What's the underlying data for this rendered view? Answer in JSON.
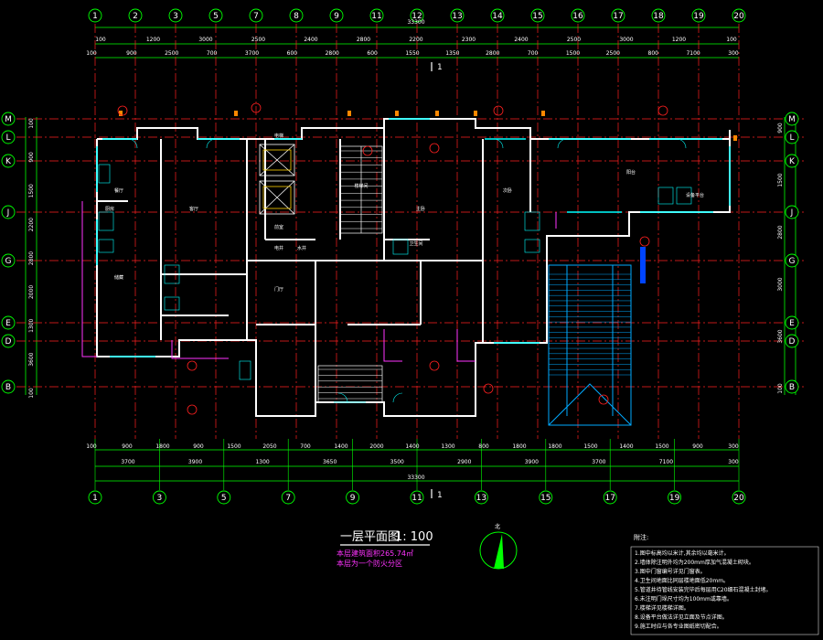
{
  "drawing": {
    "title": "一层平面图",
    "scale": "1: 100",
    "area_note_1": "本层建筑面积265.74㎡",
    "area_note_2": "本层为一个防火分区",
    "north_label": "北",
    "section_mark": "1",
    "overall_dim_top": "33300",
    "overall_dim_bottom": "33300",
    "notes_title": "附注:"
  },
  "axes_top": [
    "1",
    "2",
    "3",
    "5",
    "7",
    "8",
    "9",
    "11",
    "12",
    "13",
    "14",
    "15",
    "16",
    "17",
    "18",
    "19",
    "20"
  ],
  "axes_bottom": [
    "1",
    "3",
    "5",
    "7",
    "9",
    "11",
    "13",
    "15",
    "17",
    "19",
    "20"
  ],
  "axes_left": [
    "M",
    "L",
    "K",
    "J",
    "G",
    "E",
    "D",
    "B"
  ],
  "axes_right": [
    "M",
    "L",
    "K",
    "J",
    "G",
    "E",
    "D",
    "B"
  ],
  "dims_top_row1": [
    "100",
    "1200",
    "3000",
    "2500",
    "2400",
    "2800",
    "2200",
    "2300",
    "2400",
    "2500",
    "3000",
    "1200",
    "100"
  ],
  "dims_top_row2": [
    "100",
    "900",
    "2500",
    "700",
    "3700",
    "600",
    "2800",
    "600",
    "1550",
    "1350",
    "2800",
    "700",
    "1500",
    "2500",
    "800",
    "7100",
    "300"
  ],
  "dims_bottom_row1": [
    "100",
    "900",
    "1800",
    "900",
    "1500",
    "2050",
    "700",
    "1400",
    "2000",
    "1400",
    "1300",
    "800",
    "1800",
    "1800",
    "1500",
    "1400",
    "1500",
    "900",
    "300"
  ],
  "dims_bottom_row2": [
    "3700",
    "3900",
    "1300",
    "3650",
    "3500",
    "2900",
    "3900",
    "3700",
    "7100",
    "300"
  ],
  "dims_left": [
    "100",
    "900",
    "1500",
    "2200",
    "2800",
    "2000",
    "1300",
    "3600",
    "100"
  ],
  "dims_right": [
    "900",
    "1500",
    "2800",
    "3000",
    "3600",
    "100"
  ],
  "room_labels": [
    "楼梯间",
    "前室",
    "电井",
    "水井",
    "门厅",
    "客厅",
    "餐厅",
    "厨房",
    "卫生间",
    "主卧",
    "次卧",
    "阳台",
    "储藏",
    "电梯",
    "设备平台"
  ],
  "notes": [
    "1.图中标高均以米计,其余均以毫米计。",
    "2.墙体除注明外均为200mm厚加气混凝土砌块。",
    "3.图中门窗编号详见门窗表。",
    "4.卫生间地面比同层楼地面低20mm。",
    "5.管道井待管线安装完毕后每层用C20细石混凝土封堵。",
    "6.未注明门垛尺寸均为100mm或靠墙。",
    "7.楼梯详见楼梯详图。",
    "8.设备平台做法详见立面及节点详图。",
    "9.施工时应与各专业图纸密切配合。"
  ],
  "colors": {
    "background": "#000000",
    "grid_axis": "#ff2020",
    "wall": "#ffffff",
    "window": "#00ffff",
    "dimension": "#00ff00",
    "annotation": "#ff33ff",
    "stair": "#00aaff"
  }
}
